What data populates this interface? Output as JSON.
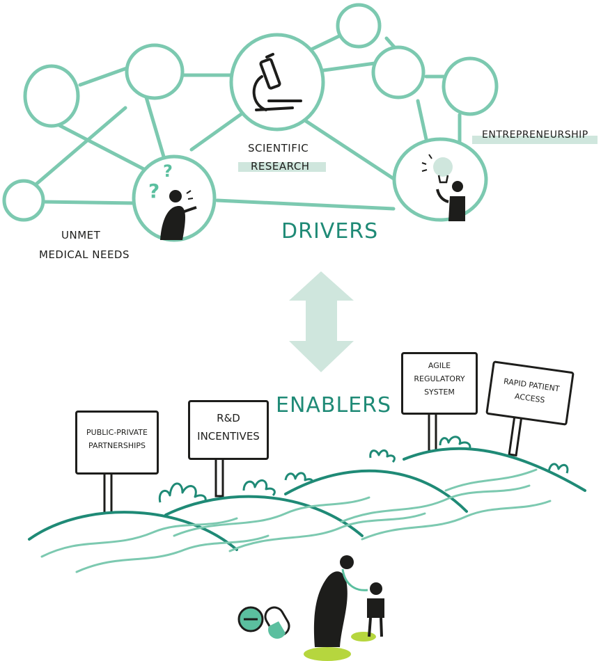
{
  "drivers": {
    "heading": "DRIVERS",
    "unmet_line1": "UNMET",
    "unmet_line2": "MEDICAL NEEDS",
    "scientific_line1": "SCIENTIFIC",
    "scientific_line2": "RESEARCH",
    "entrepreneurship": "ENTREPRENEURSHIP"
  },
  "enablers": {
    "heading": "ENABLERS",
    "signs": [
      {
        "line1": "PUBLIC-PRIVATE",
        "line2": "PARTNERSHIPS"
      },
      {
        "line1": "R&D",
        "line2": "INCENTIVES"
      },
      {
        "line1": "AGILE",
        "line2": "REGULATORY",
        "line3": "SYSTEM"
      },
      {
        "line1": "RAPID PATIENT",
        "line2": "ACCESS"
      }
    ]
  },
  "colors": {
    "teal": "#5bbf9f",
    "dark_teal": "#1f8a76",
    "highlight": "#cfe6dd",
    "arrow": "#cfe6dd",
    "lime": "#b6d63e",
    "ink": "#1d1d1b"
  }
}
